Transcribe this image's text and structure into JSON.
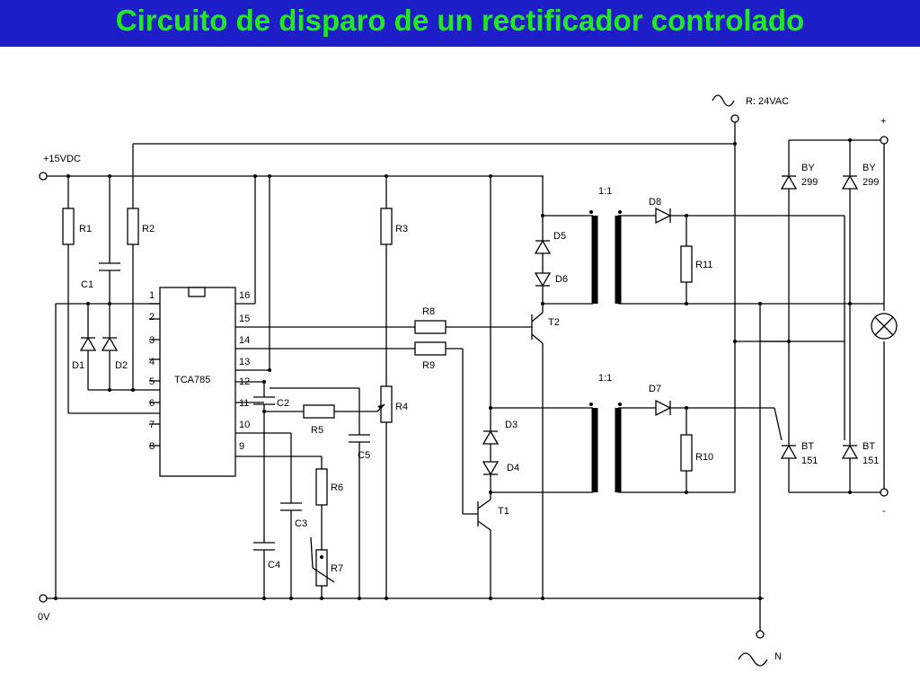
{
  "title": "Circuito de disparo de un rectificador controlado",
  "colors": {
    "title_background": "#1e1ec8",
    "title_text": "#22e822",
    "wire": "#000000"
  },
  "labels": {
    "supply_pos": "+15VDC",
    "supply_gnd": "0V",
    "ac_top": "R: 24VAC",
    "ac_bottom": "N",
    "plus": "+",
    "minus": "-",
    "ic": "TCA785",
    "ratio_top": "1:1",
    "ratio_bottom": "1:1",
    "r1": "R1",
    "r2": "R2",
    "r3": "R3",
    "r4": "R4",
    "r5": "R5",
    "r6": "R6",
    "r7": "R7",
    "r8": "R8",
    "r9": "R9",
    "r10": "R10",
    "r11": "R11",
    "c1": "C1",
    "c2": "C2",
    "c3": "C3",
    "c4": "C4",
    "c5": "C5",
    "d1": "D1",
    "d2": "D2",
    "d3": "D3",
    "d4": "D4",
    "d5": "D5",
    "d6": "D6",
    "d7": "D7",
    "d8": "D8",
    "t1": "T1",
    "t2": "T2",
    "by_top_left_1": "BY",
    "by_top_left_2": "299",
    "by_top_right_1": "BY",
    "by_top_right_2": "299",
    "bt_bot_left_1": "BT",
    "bt_bot_left_2": "151",
    "bt_bot_right_1": "BT",
    "bt_bot_right_2": "151"
  },
  "ic_pins_left": [
    "1",
    "2",
    "3",
    "4",
    "5",
    "6",
    "7",
    "8"
  ],
  "ic_pins_right": [
    "16",
    "15",
    "14",
    "13",
    "12",
    "11",
    "10",
    "9"
  ]
}
